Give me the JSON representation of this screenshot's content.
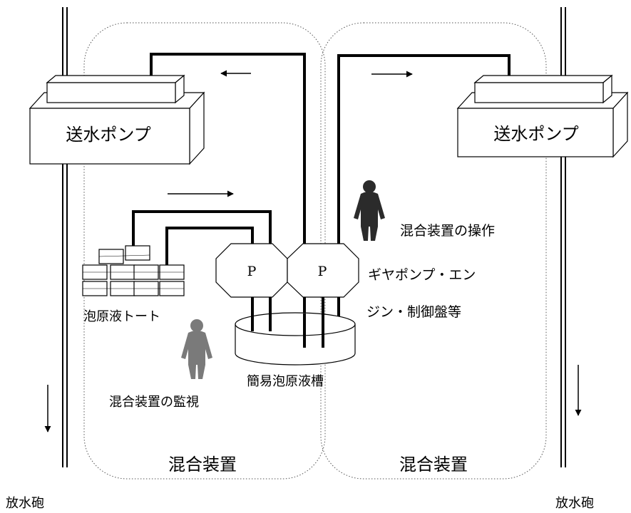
{
  "pump_left_label": "送水ポンプ",
  "pump_right_label": "送水ポンプ",
  "operator_label": "混合装置の操作",
  "gear_pump_label_line1": "ギヤポンプ・エン",
  "gear_pump_label_line2": "ジン・制御盤等",
  "foam_tote_label": "泡原液トート",
  "simple_tank_label": "簡易泡原液槽",
  "monitor_label": "混合装置の監視",
  "mixing_device_left_label": "混合装置",
  "mixing_device_right_label": "混合装置",
  "cannon_left_label": "放水砲",
  "cannon_right_label": "放水砲",
  "pump_p_left": "P",
  "pump_p_right": "P"
}
